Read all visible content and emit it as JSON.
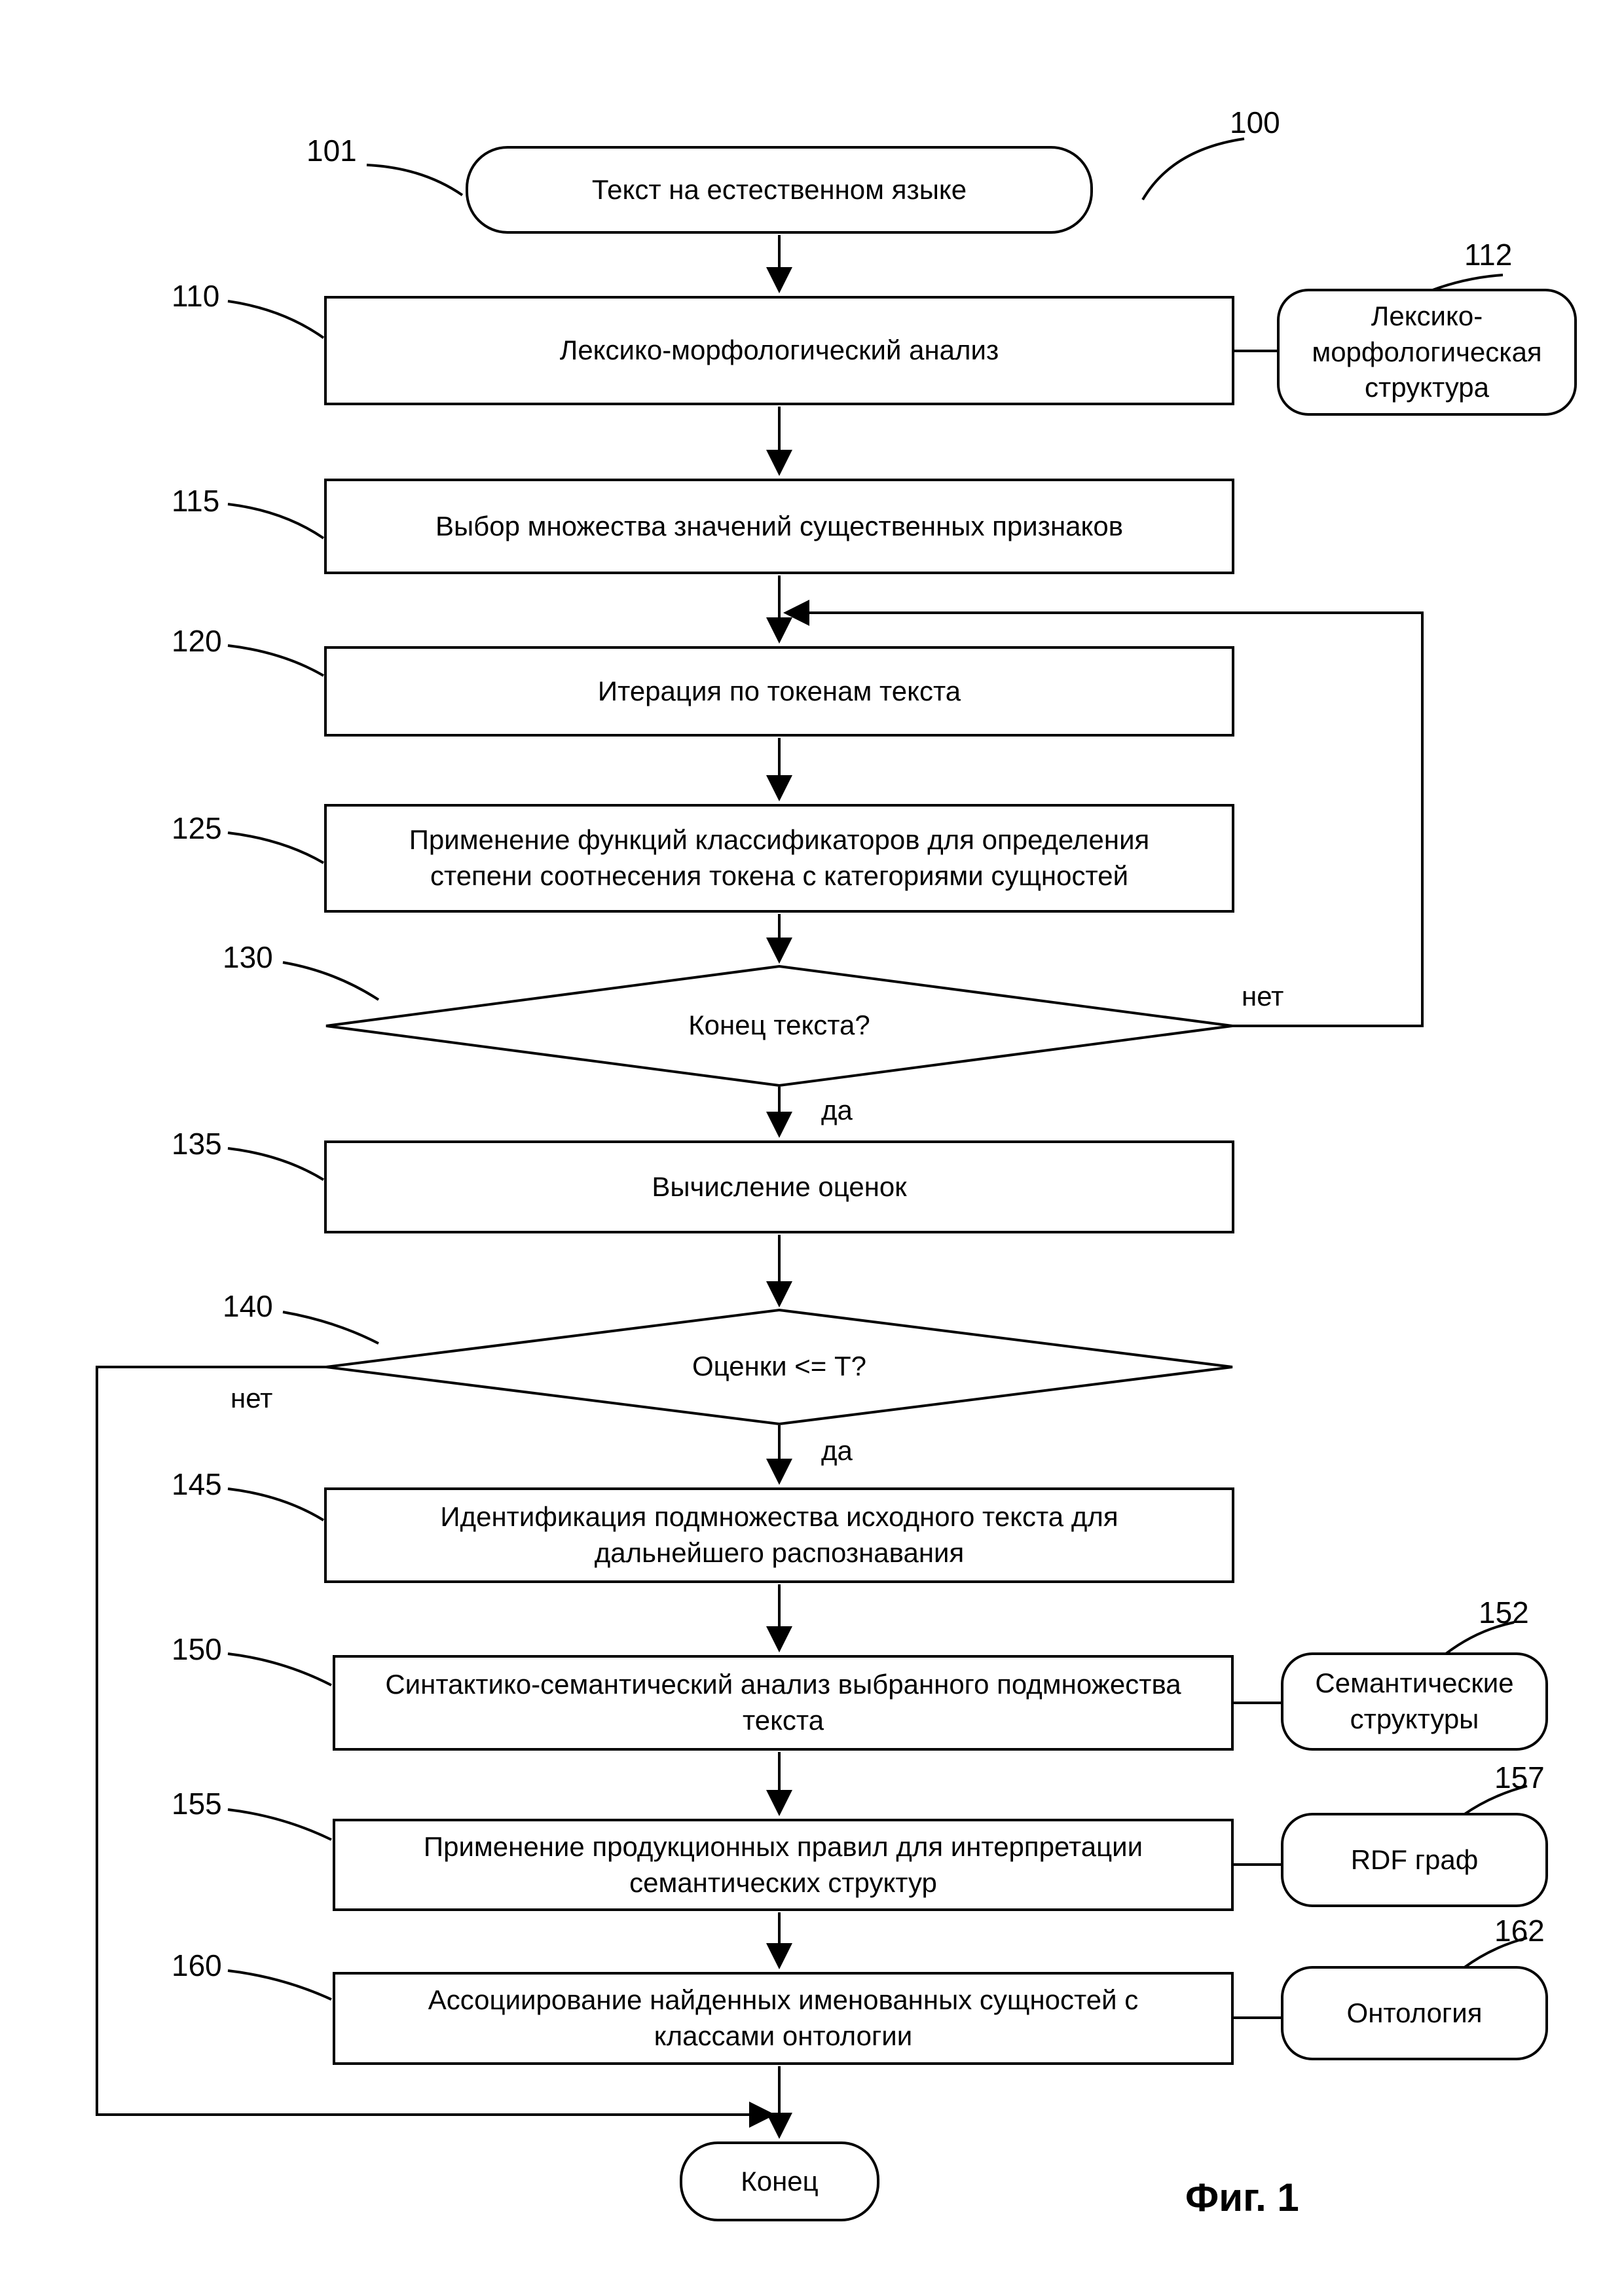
{
  "colors": {
    "line": "#000000",
    "background": "#ffffff"
  },
  "figure": {
    "ref": "100",
    "caption": "Фиг. 1"
  },
  "edge_labels": {
    "yes": "да",
    "no": "нет"
  },
  "nodes": {
    "start": {
      "ref": "101",
      "text": "Текст на естественном языке"
    },
    "lex_analysis": {
      "ref": "110",
      "text": "Лексико-морфологический анализ"
    },
    "lex_structure": {
      "ref": "112",
      "text": "Лексико-морфологическая структура"
    },
    "feature_selection": {
      "ref": "115",
      "text": "Выбор множества значений существенных признаков"
    },
    "token_iteration": {
      "ref": "120",
      "text": "Итерация по токенам текста"
    },
    "classifier_functions": {
      "ref": "125",
      "text": "Применение функций классификаторов для определения степени соотнесения токена с категориями сущностей"
    },
    "end_of_text_check": {
      "ref": "130",
      "text": "Конец текста?"
    },
    "score_calculation": {
      "ref": "135",
      "text": "Вычисление оценок"
    },
    "score_threshold_check": {
      "ref": "140",
      "text": "Оценки <= Т?"
    },
    "subset_identification": {
      "ref": "145",
      "text": "Идентификация подмножества исходного текста для дальнейшего распознавания"
    },
    "syntactic_semantic_analysis": {
      "ref": "150",
      "text": "Синтактико-семантический анализ выбранного подмножества текста"
    },
    "semantic_structures": {
      "ref": "152",
      "text": "Семантические структуры"
    },
    "production_rules": {
      "ref": "155",
      "text": "Применение продукционных правил для интерпретации семантических структур"
    },
    "rdf_graph": {
      "ref": "157",
      "text": "RDF граф"
    },
    "entity_association": {
      "ref": "160",
      "text": "Ассоциирование найденных именованных сущностей с классами онтологии"
    },
    "ontology": {
      "ref": "162",
      "text": "Онтология"
    },
    "end": {
      "text": "Конец"
    }
  }
}
